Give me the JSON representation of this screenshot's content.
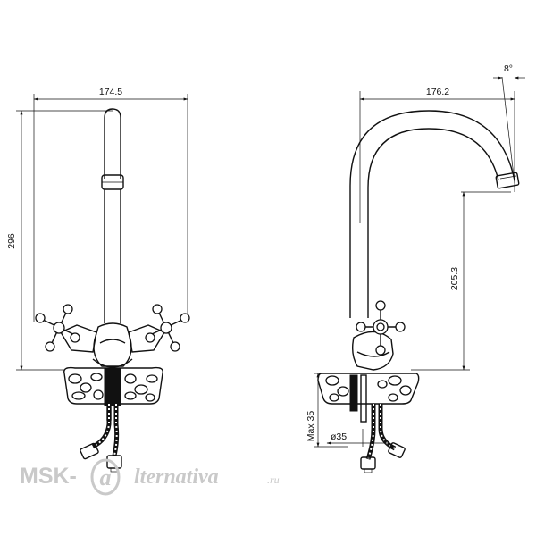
{
  "front_view": {
    "width_label": "174.5",
    "height_label": "296"
  },
  "side_view": {
    "reach_label": "176.2",
    "angle_label": "8°",
    "spout_height_label": "205.3",
    "max_thickness_label": "Max 35",
    "hole_diameter_label": "ø35"
  },
  "watermark": {
    "brand": "MSK-",
    "script": "lternativa",
    "suffix": ".ru",
    "logo_letter": "a"
  },
  "colors": {
    "line": "#111111",
    "watermark": "#c9c9c9",
    "background": "#ffffff"
  }
}
